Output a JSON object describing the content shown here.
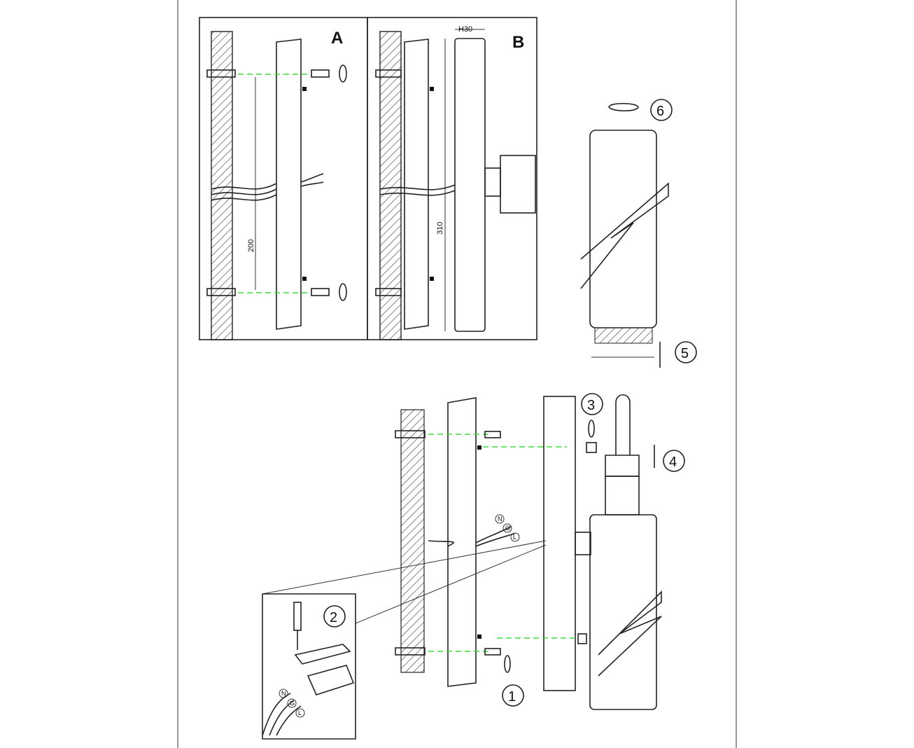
{
  "panels": {
    "a": {
      "label": "A",
      "dimension": "200"
    },
    "b": {
      "label": "B",
      "dimension_height": "310",
      "dimension_depth": "H30"
    }
  },
  "steps": [
    "1",
    "2",
    "3",
    "4",
    "5",
    "6"
  ],
  "wires": {
    "main": [
      "N",
      "G",
      "L"
    ],
    "inset": [
      "N",
      "G",
      "L"
    ]
  },
  "colors": {
    "guide_line": "#3ddc3d",
    "ink": "#222222"
  }
}
